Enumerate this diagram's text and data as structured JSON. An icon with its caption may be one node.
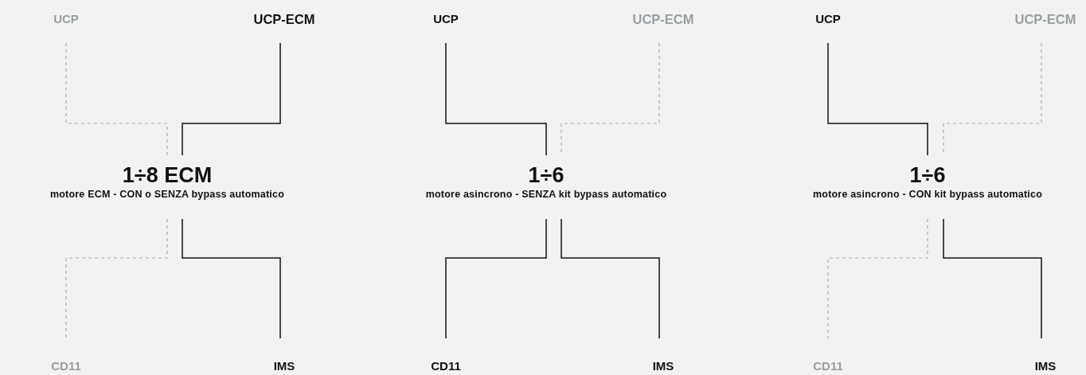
{
  "diagram": {
    "nodes": [
      {
        "text": [
          "UCP"
        ]
      },
      {
        "text": [
          "UCP-ECM"
        ]
      },
      {
        "text": [
          "1÷8 ECM",
          "motore ECM - CON o SENZA bypass automatico"
        ]
      },
      {
        "text": [
          "CD11"
        ]
      },
      {
        "text": [
          "IMS"
        ]
      },
      {
        "text": [
          "UCP"
        ]
      },
      {
        "text": [
          "UCP-ECM"
        ]
      },
      {
        "text": [
          "1÷6",
          "motore asincrono - SENZA kit bypass automatico"
        ]
      },
      {
        "text": [
          "CD11"
        ]
      },
      {
        "text": [
          "IMS"
        ]
      },
      {
        "text": [
          "UCP"
        ]
      },
      {
        "text": [
          "UCP-ECM"
        ]
      },
      {
        "text": [
          "1÷6",
          "motore asincrono - CON kit bypass automatico"
        ]
      },
      {
        "text": [
          "CD11"
        ]
      },
      {
        "text": [
          "IMS"
        ]
      }
    ],
    "edges": [
      {
        "from": 0,
        "to": 2,
        "arrow": "none",
        "style": "dashed",
        "color": "#aaaaaa"
      },
      {
        "from": 1,
        "to": 2,
        "arrow": "none"
      },
      {
        "from": 2,
        "to": 3,
        "arrow": "none",
        "style": "dashed",
        "color": "#aaaaaa"
      },
      {
        "from": 2,
        "to": 4,
        "arrow": "none"
      },
      {
        "from": 5,
        "to": 7,
        "arrow": "none"
      },
      {
        "from": 6,
        "to": 7,
        "arrow": "none",
        "style": "dashed",
        "color": "#aaaaaa"
      },
      {
        "from": 7,
        "to": 8,
        "arrow": "none"
      },
      {
        "from": 7,
        "to": 9,
        "arrow": "none"
      },
      {
        "from": 10,
        "to": 12,
        "arrow": "none"
      },
      {
        "from": 11,
        "to": 12,
        "arrow": "none",
        "style": "dashed",
        "color": "#aaaaaa"
      },
      {
        "from": 12,
        "to": 13,
        "arrow": "none",
        "style": "dashed",
        "color": "#aaaaaa"
      },
      {
        "from": 12,
        "to": 14,
        "arrow": "none"
      }
    ]
  }
}
